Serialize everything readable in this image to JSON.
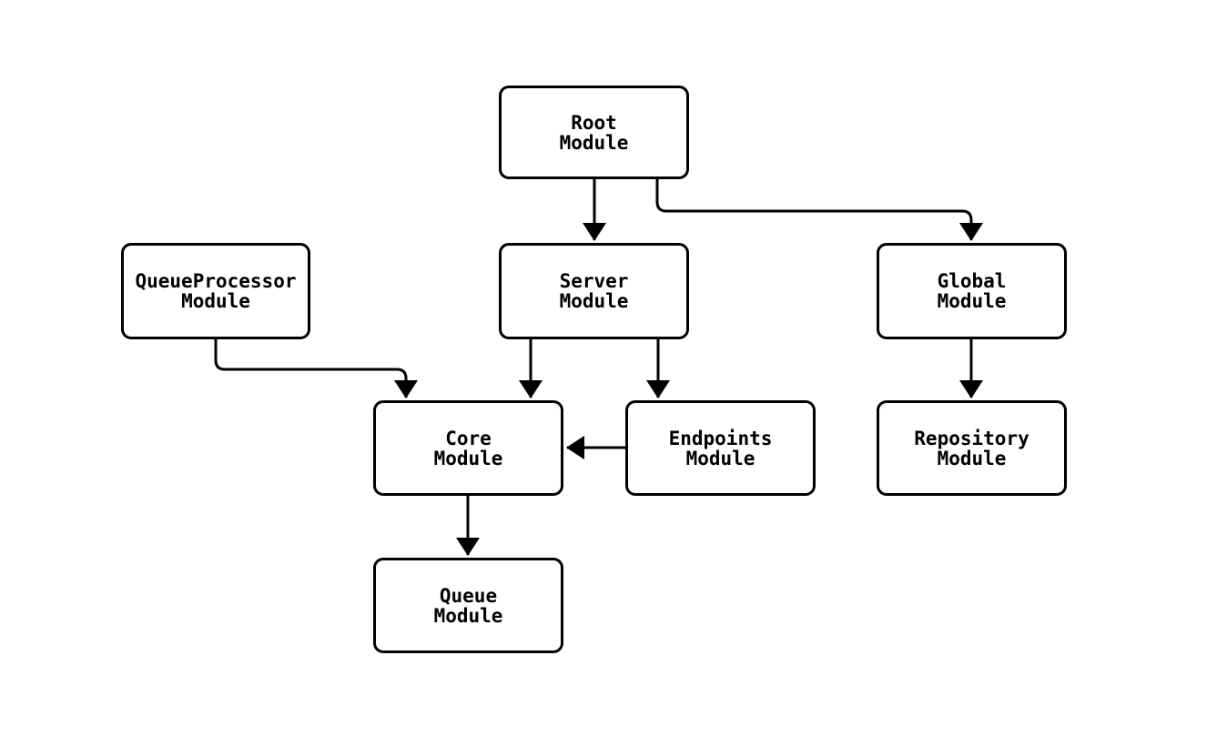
{
  "diagram": {
    "type": "module-dependency-flowchart",
    "colors": {
      "background": "#ffffff",
      "node_fill": "#ffffff",
      "node_border": "#000000",
      "edge_stroke": "#000000",
      "text": "#000000"
    },
    "nodes": {
      "root": {
        "label": "Root\nModule"
      },
      "queueprocessor": {
        "label": "QueueProcessor\nModule"
      },
      "server": {
        "label": "Server\nModule"
      },
      "global": {
        "label": "Global\nModule"
      },
      "core": {
        "label": "Core\nModule"
      },
      "endpoints": {
        "label": "Endpoints\nModule"
      },
      "repository": {
        "label": "Repository\nModule"
      },
      "queue": {
        "label": "Queue\nModule"
      }
    },
    "edges": [
      {
        "from": "Root Module",
        "to": "Server Module"
      },
      {
        "from": "Root Module",
        "to": "Global Module"
      },
      {
        "from": "QueueProcessor Module",
        "to": "Core Module"
      },
      {
        "from": "Server Module",
        "to": "Core Module"
      },
      {
        "from": "Server Module",
        "to": "Endpoints Module"
      },
      {
        "from": "Endpoints Module",
        "to": "Core Module"
      },
      {
        "from": "Global Module",
        "to": "Repository Module"
      },
      {
        "from": "Core Module",
        "to": "Queue Module"
      }
    ]
  }
}
